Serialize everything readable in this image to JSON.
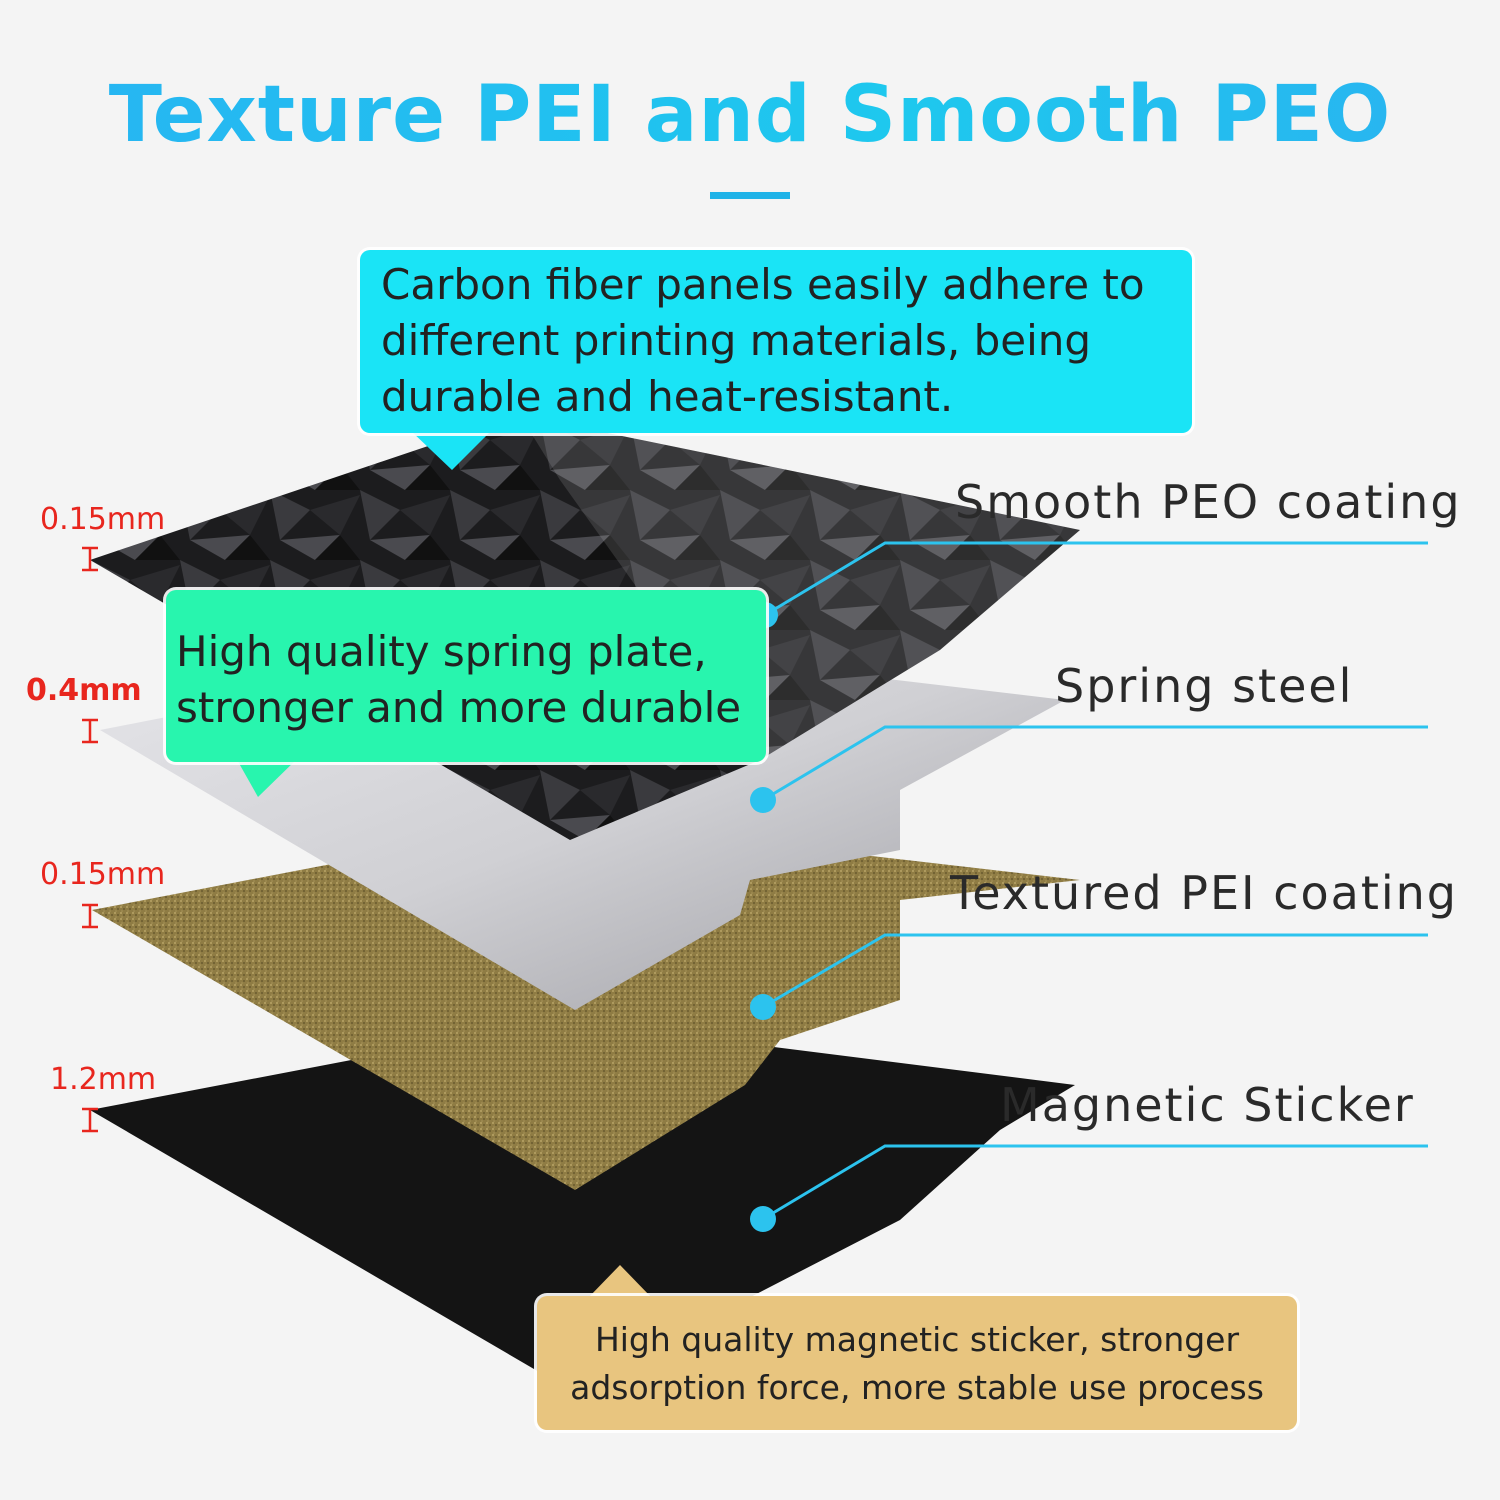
{
  "title": "Texture PEI and Smooth PEO",
  "callouts": {
    "top": "Carbon fiber panels easily adhere to different printing materials, being durable and heat-resistant.",
    "middle": "High quality spring plate, stronger and more durable",
    "bottom": "High quality magnetic sticker, stronger adsorption force, more stable use process"
  },
  "layers": [
    {
      "name": "Smooth PEO coating",
      "thickness": "0.15mm",
      "color": "#1a1a1a"
    },
    {
      "name": "Spring steel",
      "thickness": "0.4mm",
      "color": "#c8c8cc"
    },
    {
      "name": "Textured PEI coating",
      "thickness": "0.15mm",
      "color": "#8c7a42"
    },
    {
      "name": "Magnetic Sticker",
      "thickness": "1.2mm",
      "color": "#121212"
    }
  ],
  "colors": {
    "accent": "#1fb3e8",
    "thickness_text": "#e8261e",
    "callout_top": "#1ae4f6",
    "callout_middle": "#28f5ae",
    "callout_bottom": "#e8c57f"
  }
}
